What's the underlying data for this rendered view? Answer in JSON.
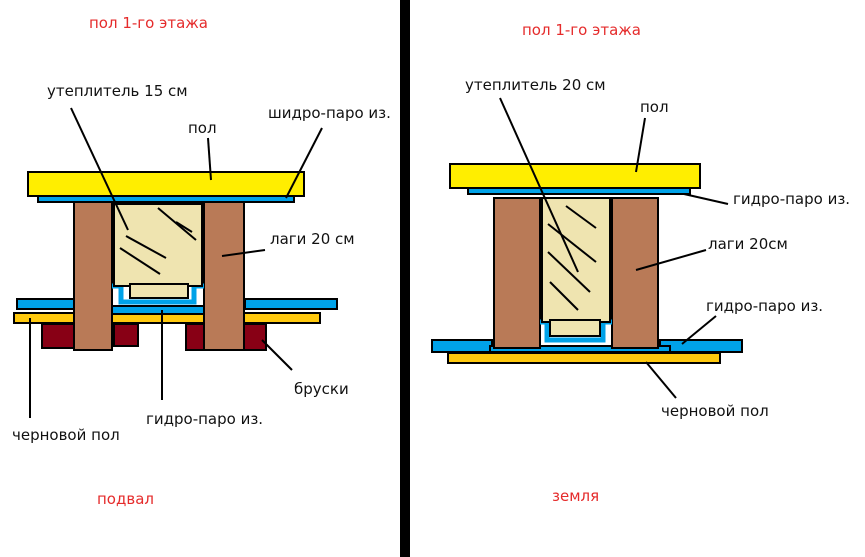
{
  "colors": {
    "floor": "#ffee00",
    "lag": "#b97a57",
    "insulation": "#efe4b0",
    "vapor": "#00a2e8",
    "subfloor": "#ffc90e",
    "brusok": "#880015",
    "divider": "#000000",
    "title": "#ed1c24"
  },
  "left": {
    "title": "пол 1-го этажа",
    "insulation": "утеплитель 15 см",
    "floor": "пол",
    "vapor_top": "шидро-паро из.",
    "lagi": "лаги  20 см",
    "subfloor": "черновой пол",
    "vapor_bottom": "гидро-паро из.",
    "bars": "бруски",
    "bottom": "подвал"
  },
  "right": {
    "title": "пол 1-го этажа",
    "insulation": "утеплитель 20 см",
    "floor": "пол",
    "vapor_top": "гидро-паро из.",
    "lagi": "лаги 20см",
    "vapor_bottom": "гидро-паро из.",
    "subfloor": "черновой пол",
    "bottom": "земля"
  }
}
